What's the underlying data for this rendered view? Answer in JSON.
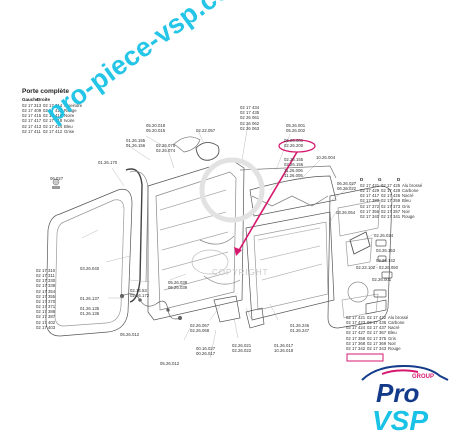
{
  "page": {
    "title": "Porte complète",
    "col_left_header": "Gauche",
    "col_right_header": "Droite",
    "copyright": "COPYRIGHT",
    "watermark": "pro-piece-vsp.com"
  },
  "legend_left": [
    {
      "g": "02 17 313",
      "d": "02 17 314",
      "c": "A peindre"
    },
    {
      "g": "02 17 409",
      "d": "02 17 410",
      "c": "Rouge"
    },
    {
      "g": "02 17 415",
      "d": "02 17 416",
      "c": "Noire"
    },
    {
      "g": "02 17 417",
      "d": "02 17 418",
      "c": "Ivoire"
    },
    {
      "g": "02 17 413",
      "d": "02 17 414",
      "c": "Bleu"
    },
    {
      "g": "02 17 411",
      "d": "02 17 412",
      "c": "Grise"
    }
  ],
  "legend_right": {
    "headers": [
      "D",
      "G",
      "D"
    ],
    "rows": [
      {
        "a": "02 17 421",
        "b": "02 17 425",
        "c": "Alu brossé"
      },
      {
        "a": "02 17 429",
        "b": "02 17 428",
        "c": "Carbone"
      },
      {
        "a": "02 17 417",
        "b": "02 17 426",
        "c": "Nacré"
      },
      {
        "a": "02 17 380",
        "b": "02 17 359",
        "c": "Bleu"
      },
      {
        "a": "02 17 372",
        "b": "02 17 373",
        "c": "Gris"
      },
      {
        "a": "02 17 356",
        "b": "02 17 357",
        "c": "Noir"
      },
      {
        "a": "02 17 340",
        "b": "02 17 341",
        "c": "Rouge"
      }
    ]
  },
  "legend_bottom": {
    "rows": [
      {
        "a": "02 17 421",
        "b": "02 17 422",
        "c": "Alu brossé"
      },
      {
        "a": "02 17 423",
        "b": "02 17 436",
        "c": "Carbone"
      },
      {
        "a": "02 17 424",
        "b": "02 17 437",
        "c": "Nacré"
      },
      {
        "a": "02 17 427",
        "b": "02 17 367",
        "c": "Bleu"
      },
      {
        "a": "02 17 358",
        "b": "02 17 375",
        "c": "Gris"
      },
      {
        "a": "02 17 368",
        "b": "02 17 369",
        "c": "Noir"
      },
      {
        "a": "02 17 342",
        "b": "02 17 343",
        "c": "Rouge"
      }
    ]
  },
  "left_list": [
    "02 17 310",
    "02 17 311",
    "02 17 330",
    "02 17 339",
    "02 17 354",
    "02 17 355",
    "02 17 370",
    "02 17 371",
    "02 17 386",
    "02 17 387",
    "02 17 402",
    "02 17 403"
  ],
  "refs": {
    "r1": "01.26.155\n01.26.156",
    "r2": "01.26.170",
    "r3": "02.26.075\n02.26.074",
    "r4": "05.20.018\n05.20.015",
    "r5": "02.22.057",
    "r6": "02 17 434\n02 17 435\n02 26 061\n02 26 062\n02 26 063",
    "r7": "05.26.001\n05.26.002",
    "r8": "06.26.001\n02.26.200",
    "r9": "10.26.004",
    "r10": "02.26.155\n02.26.156",
    "r11": "11.26.006\n11.26.005",
    "r12": "06.26.027\n06.26.022",
    "r13": "03.26.054",
    "r14": "02.26.024",
    "r15": "03.26.153",
    "r16": "02.26.142",
    "r17": "02.22.102 - 02.26.050",
    "r18": "02.26.001",
    "r19": "05.26.038\n05.26.039",
    "r20": "03.26.040",
    "r21": "01.26.137",
    "r22": "01.26.135\n01.26.136",
    "r23": "02.14.53\n02.26.172",
    "r24": "05.26.012",
    "r25": "02.26.067\n02.26.068",
    "r26": "02.26.021\n02.26.022",
    "r27": "01.26.017\n10.26.018",
    "r28": "00.16.027\n00.26.017",
    "r29": "01.26.246\n01.26.247",
    "r30": "05.26.012",
    "r31": "06.027"
  },
  "logo": {
    "pro": "Pro",
    "vsp": "VSP",
    "group": "GROUP"
  },
  "colors": {
    "accent_cyan": "#19c2e6",
    "highlight_pink": "#d6196f",
    "logo_blue": "#143a8a"
  }
}
